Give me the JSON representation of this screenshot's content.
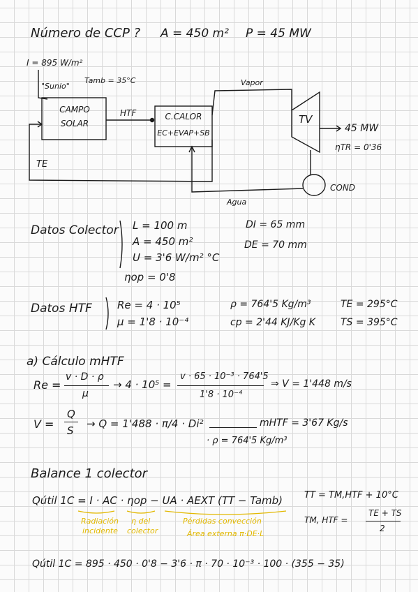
{
  "header": {
    "question": "Número de CCP ?",
    "area": "A = 450 m²",
    "power": "P = 45 MW"
  },
  "diagram": {
    "irradiance": "I = 895 W/m²",
    "sun": "\"Sunio\"",
    "tamb": "Tamb = 35°C",
    "campo_line1": "CAMPO",
    "campo_line2": "SOLAR",
    "htf": "HTF",
    "calor_line1": "C.CALOR",
    "calor_line2": "EC+EVAP+SB",
    "vapor": "Vapor",
    "tv": "TV",
    "output": "45 MW",
    "efficiency": "ηTR = 0'36",
    "te": "TE",
    "cond": "COND",
    "agua": "Agua"
  },
  "collector": {
    "title": "Datos Colector",
    "L": "L = 100 m",
    "A": "A = 450 m²",
    "U": "U = 3'6 W/m² °C",
    "eta": "ηop = 0'8",
    "Di": "DI = 65 mm",
    "De": "DE = 70 mm"
  },
  "htf_data": {
    "title": "Datos HTF",
    "Re": "Re = 4 · 10⁵",
    "mu": "μ = 1'8 · 10⁻⁴",
    "rho": "ρ = 764'5 Kg/m³",
    "cp": "cp = 2'44 KJ/Kg K",
    "Te": "TE = 295°C",
    "Ts": "TS = 395°C"
  },
  "part_a": {
    "title": "a) Cálculo mHTF",
    "eq1_lhs": "Re =",
    "eq1_frac_num": "v · D · ρ",
    "eq1_frac_den": "μ",
    "eq1_arrow": "→ 4 · 10⁵ =",
    "eq1_num": "v · 65 · 10⁻³ · 764'5",
    "eq1_den": "1'8 · 10⁻⁴",
    "eq1_result": "⇒ V = 1'448 m/s",
    "eq2_lhs": "V =",
    "eq2_num": "Q",
    "eq2_den": "S",
    "eq2_mid": "→ Q = 1'488 · π/4 · Di²",
    "eq2_rho": "· ρ = 764'5 Kg/m³",
    "eq2_result": "mHTF = 3'67 Kg/s"
  },
  "balance": {
    "title": "Balance 1 colector",
    "eq": "Qútil 1C = I · AC · ηop − UA · AEXT (TT − Tamb)",
    "tt": "TT = TM,HTF + 10°C",
    "tm_lhs": "TM, HTF =",
    "tm_num": "TE + TS",
    "tm_den": "2",
    "note1a": "Radiación",
    "note1b": "incidente",
    "note2a": "η del",
    "note2b": "colector",
    "note3a": "Pérdidas convección",
    "note3b": "Área externa π·DE·L",
    "final": "Qútil 1C = 895 · 450 · 0'8 − 3'6 · π · 70 · 10⁻³ · 100 · (355 − 35)"
  }
}
